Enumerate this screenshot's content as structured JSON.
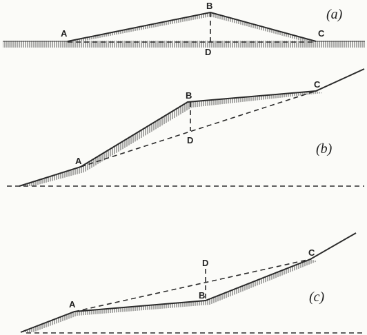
{
  "figure": {
    "panel_a": {
      "points": {
        "A": "A",
        "B": "B",
        "C": "C",
        "D": "D"
      },
      "caption": "(a)"
    },
    "panel_b": {
      "points": {
        "A": "A",
        "B": "B",
        "C": "C",
        "D": "D"
      },
      "caption": "(b)"
    },
    "panel_c": {
      "points": {
        "A": "A",
        "B": "B",
        "C": "C",
        "D": "D"
      },
      "caption": "(c)"
    },
    "colors": {
      "line": "#2b2b2b",
      "hatch": "#555555",
      "background": "#fbfbf8"
    }
  }
}
